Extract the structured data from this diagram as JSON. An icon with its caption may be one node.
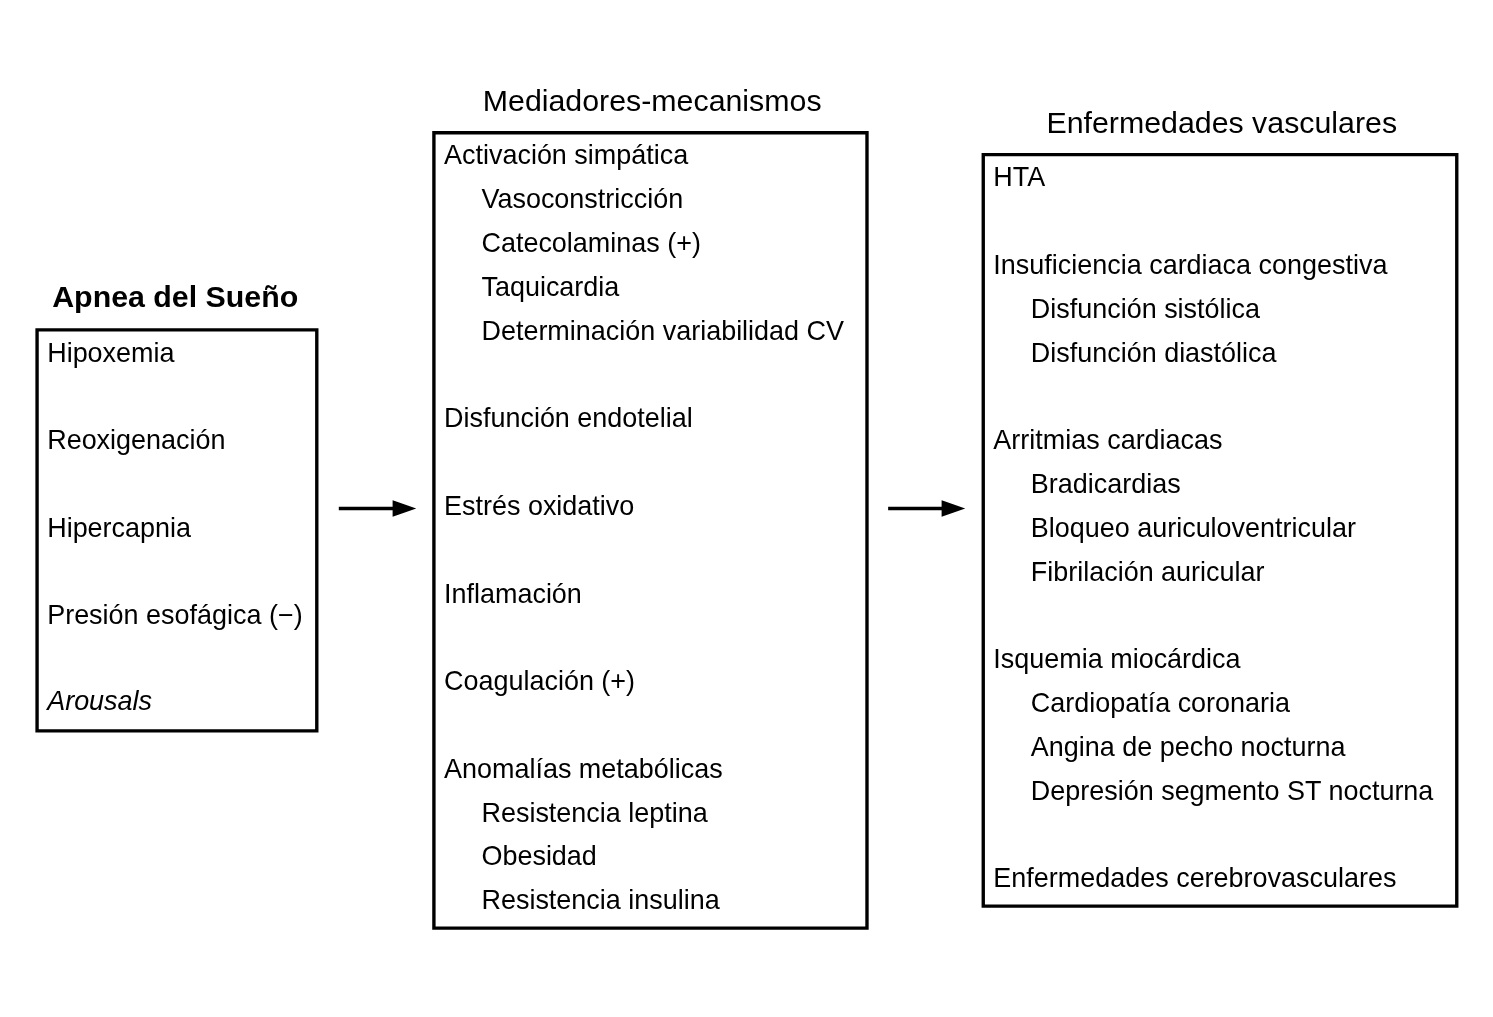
{
  "diagram": {
    "nodes": [
      {
        "text": [
          "Apnea del Sueño",
          "Hipoxemia",
          "Reoxigenación",
          "Hipercapnia",
          "Presión esofágica (−)",
          "Arousals"
        ]
      },
      {
        "text": [
          "Mediadores-mecanismos",
          "Activación simpática",
          "Vasoconstricción",
          "Catecolaminas (+)",
          "Taquicardia",
          "Determinación variabilidad CV",
          "Disfunción endotelial",
          "Estrés oxidativo",
          "Inflamación",
          "Coagulación (+)",
          "Anomalías metabólicas",
          "Resistencia leptina",
          "Obesidad",
          "Resistencia insulina"
        ]
      },
      {
        "text": [
          "Enfermedades vasculares",
          "HTA",
          "Insuficiencia cardiaca congestiva",
          "Disfunción sistólica",
          "Disfunción diastólica",
          "Arritmias cardiacas",
          "Bradicardias",
          "Bloqueo auriculoventricular",
          "Fibrilación auricular",
          "Isquemia miocárdica",
          "Cardiopatía coronaria",
          "Angina de pecho nocturna",
          "Depresión segmento ST nocturna",
          "Enfermedades cerebrovasculares"
        ]
      }
    ],
    "edges": [
      {
        "from": 0,
        "to": 1,
        "arrow": "to"
      },
      {
        "from": 1,
        "to": 2,
        "arrow": "to"
      }
    ]
  }
}
